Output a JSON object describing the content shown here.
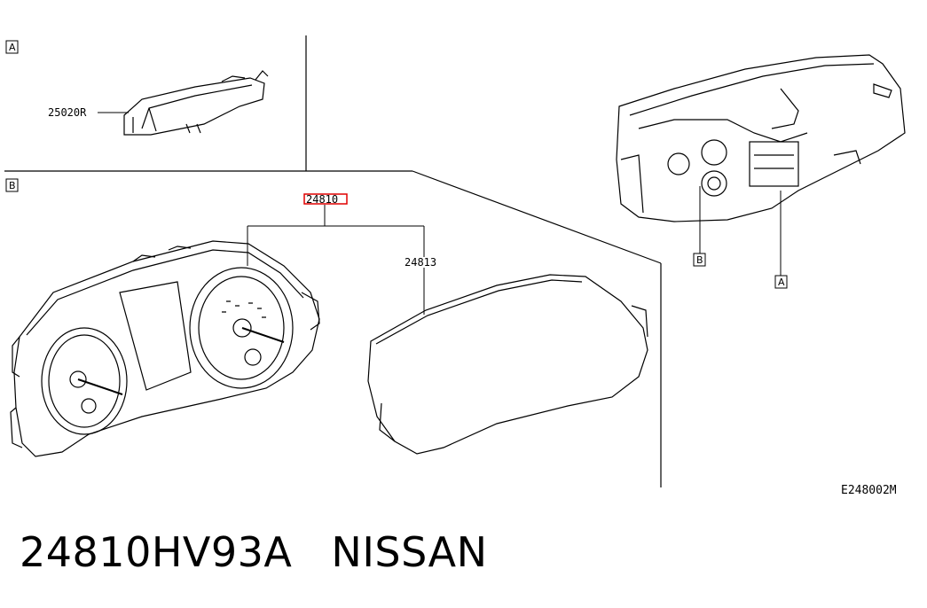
{
  "section_a_tag": "A",
  "section_b_tag": "B",
  "callout_a_tag": "A",
  "callout_b_tag": "B",
  "parts": {
    "housing": "25020R",
    "cluster_assembly": "24810",
    "cluster_lens": "24813"
  },
  "diagram_code": "E248002M",
  "part_number": "24810HV93A",
  "brand": "NISSAN",
  "colors": {
    "line": "#000000",
    "highlight": "#e00000"
  }
}
